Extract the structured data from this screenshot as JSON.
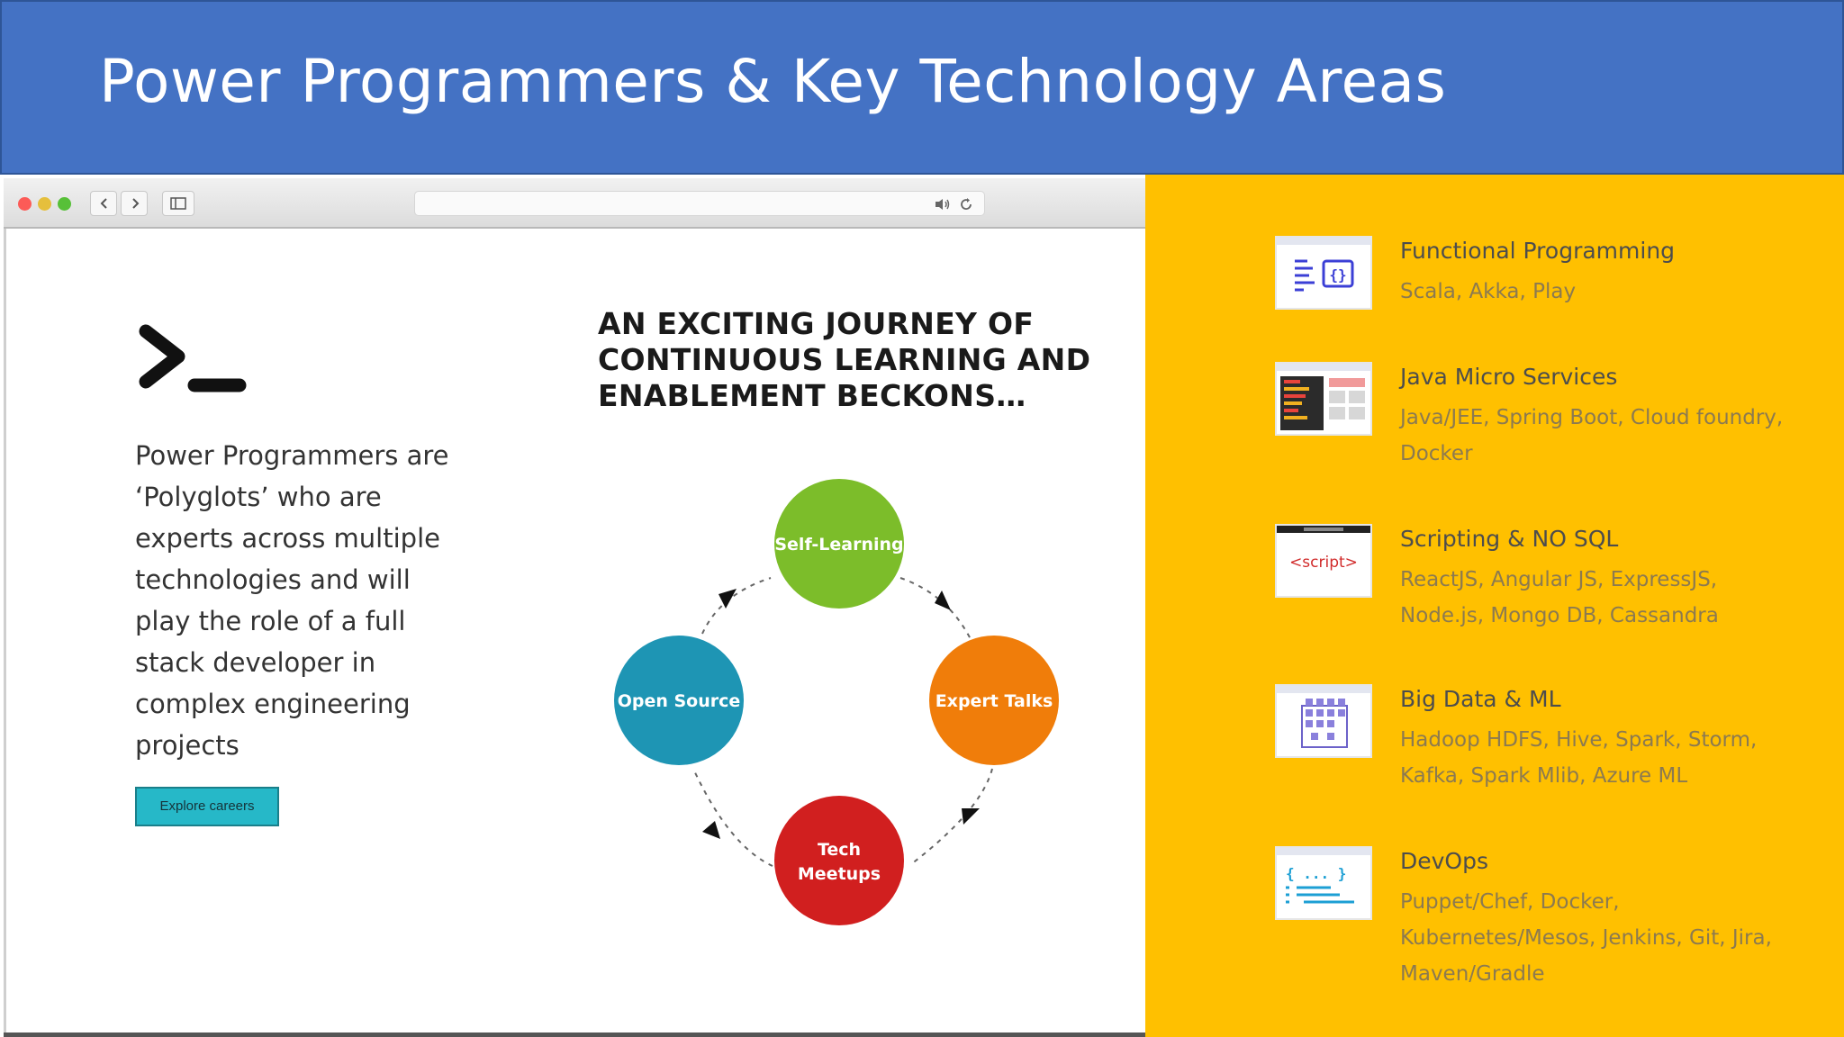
{
  "header": {
    "title": "Power Programmers & Key Technology Areas"
  },
  "intro": {
    "text": "Power Programmers are ‘Polyglots’ who are experts across multiple technologies and will play the role of a full stack developer in complex engineering projects",
    "button_label": "Explore careers"
  },
  "journey": {
    "heading": "AN EXCITING JOURNEY OF CONTINUOUS LEARNING AND ENABLEMENT BECKONS…"
  },
  "cycle": {
    "nodes": [
      {
        "line1": "Self-Learning",
        "line2": "",
        "color": "#7cbd2a"
      },
      {
        "line1": "Expert Talks",
        "line2": "",
        "color": "#f07d0a"
      },
      {
        "line1": "Tech",
        "line2": "Meetups",
        "color": "#d11f1f"
      },
      {
        "line1": "Open Source",
        "line2": "",
        "color": "#1e95b4"
      }
    ]
  },
  "technologies": [
    {
      "title": "Functional Programming",
      "desc": "Scala, Akka, Play",
      "icon": "code-braces-icon"
    },
    {
      "title": "Java Micro Services",
      "desc": "Java/JEE, Spring Boot, Cloud foundry, Docker",
      "icon": "dashboard-window-icon"
    },
    {
      "title": "Scripting & NO SQL",
      "desc": "ReactJS, Angular JS, ExpressJS, Node.js, Mongo DB, Cassandra",
      "icon": "script-tag-icon",
      "icon_text": "<script>"
    },
    {
      "title": "Big Data & ML",
      "desc": "Hadoop HDFS, Hive, Spark, Storm, Kafka, Spark Mlib, Azure ML",
      "icon": "data-grid-icon"
    },
    {
      "title": "DevOps",
      "desc": "Puppet/Chef, Docker, Kubernetes/Mesos, Jenkins, Git, Jira, Maven/Gradle",
      "icon": "code-editor-icon",
      "icon_text": "{ ... }"
    }
  ],
  "colors": {
    "header": "#4472c4",
    "side_panel": "#ffc000",
    "button": "#26b8c8"
  }
}
